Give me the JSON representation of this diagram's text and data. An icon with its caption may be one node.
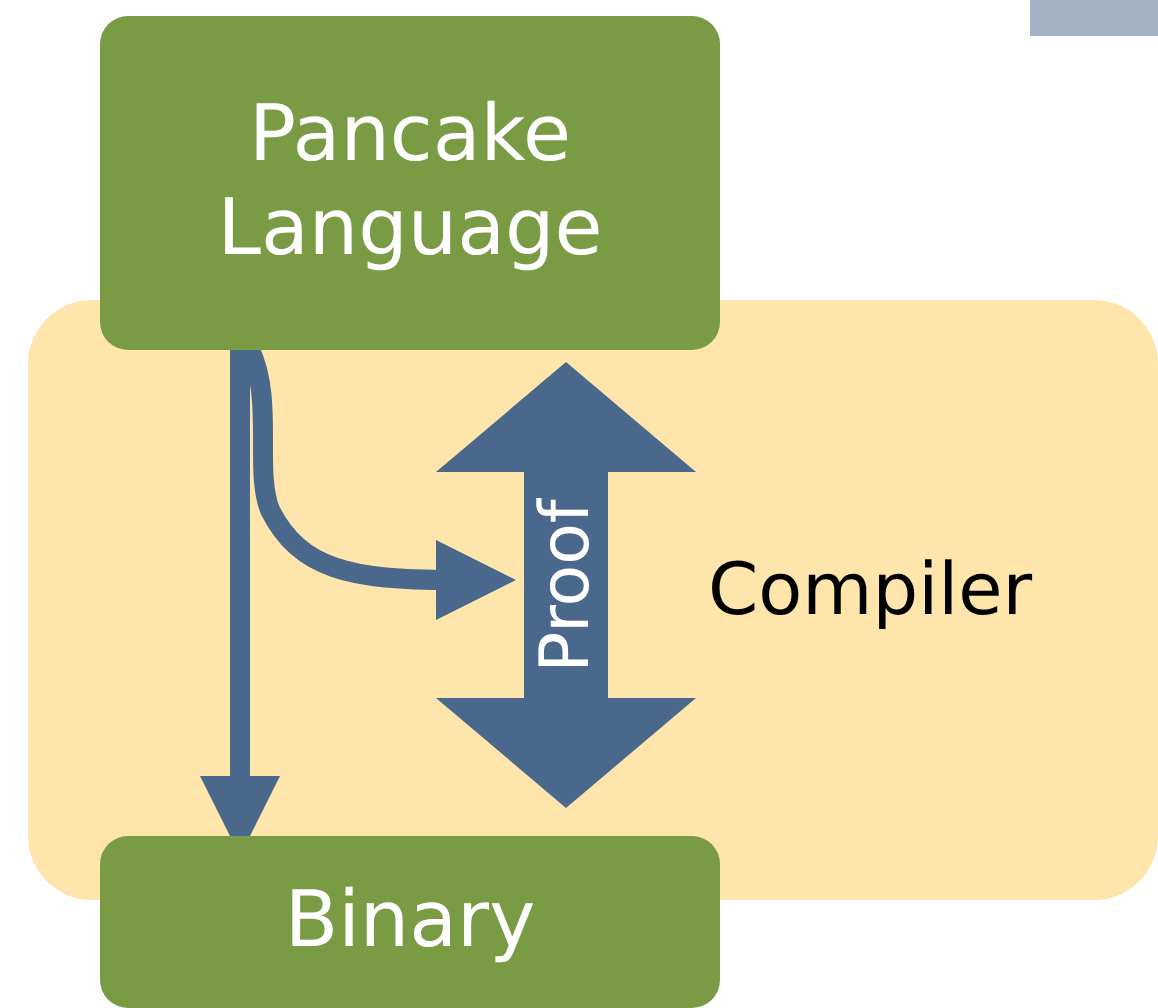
{
  "diagram": {
    "nodes": [
      {
        "text": [
          "Pancake Language"
        ]
      },
      {
        "text": [
          "Binary"
        ]
      }
    ],
    "edges": [
      {
        "from": 0,
        "to": 1,
        "arrow": "to"
      },
      {
        "from": 0,
        "to": null,
        "arrow": "to"
      },
      {
        "from": 0,
        "to": 1,
        "arrow": "both",
        "label": "Proof",
        "style": "thick"
      }
    ],
    "labels": [
      "Compiler"
    ]
  }
}
